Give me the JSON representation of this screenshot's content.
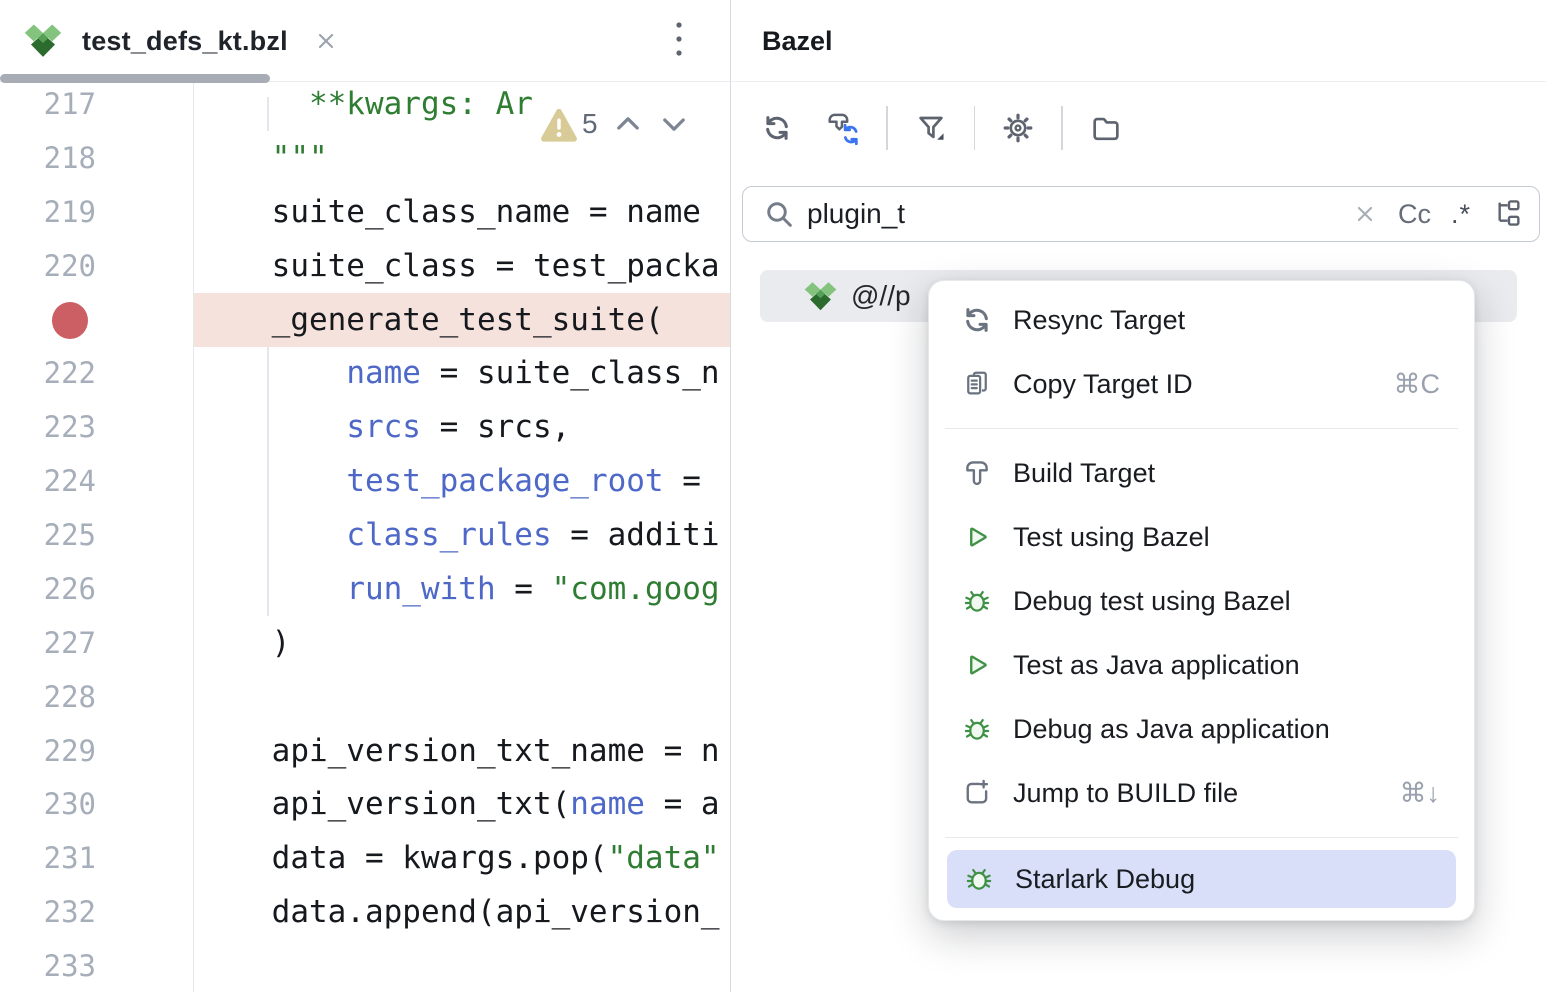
{
  "colors": {
    "accent_blue": "#3b74f0",
    "icon_green": "#3f9145",
    "icon_green_fill": "#f0f9f0",
    "selection": "#d9dff8",
    "breakpoint_red": "#cc5f63",
    "breakpoint_line": "#f6e2dc",
    "string_green": "#2f7d33",
    "param_blue": "#4e68c8"
  },
  "tab": {
    "title": "test_defs_kt.bzl",
    "close_icon": "close-icon",
    "file_icon": "bazel-icon",
    "more_icon": "kebab-icon"
  },
  "editor": {
    "inspection": {
      "warning_count": "5"
    },
    "lines": [
      {
        "num": "217",
        "segs": [
          {
            "t": "      **kwargs: Ar",
            "c": "str"
          }
        ]
      },
      {
        "num": "218",
        "segs": [
          {
            "t": "    \"\"\"",
            "c": "str"
          }
        ]
      },
      {
        "num": "219",
        "segs": [
          {
            "t": "    suite_class_name = name",
            "c": "code"
          }
        ]
      },
      {
        "num": "220",
        "segs": [
          {
            "t": "    suite_class = test_packa",
            "c": "code"
          }
        ]
      },
      {
        "num": "",
        "breakpoint": true,
        "highlight": true,
        "segs": [
          {
            "t": "    _generate_test_suite(",
            "c": "code"
          }
        ]
      },
      {
        "num": "222",
        "segs": [
          {
            "t": "        ",
            "c": "code"
          },
          {
            "t": "name",
            "c": "param"
          },
          {
            "t": " = suite_class_n",
            "c": "code"
          }
        ]
      },
      {
        "num": "223",
        "segs": [
          {
            "t": "        ",
            "c": "code"
          },
          {
            "t": "srcs",
            "c": "param"
          },
          {
            "t": " = srcs,",
            "c": "code"
          }
        ]
      },
      {
        "num": "224",
        "segs": [
          {
            "t": "        ",
            "c": "code"
          },
          {
            "t": "test_package_root",
            "c": "param"
          },
          {
            "t": " = ",
            "c": "code"
          }
        ]
      },
      {
        "num": "225",
        "segs": [
          {
            "t": "        ",
            "c": "code"
          },
          {
            "t": "class_rules",
            "c": "param"
          },
          {
            "t": " = additi",
            "c": "code"
          }
        ]
      },
      {
        "num": "226",
        "segs": [
          {
            "t": "        ",
            "c": "code"
          },
          {
            "t": "run_with",
            "c": "param"
          },
          {
            "t": " = ",
            "c": "code"
          },
          {
            "t": "\"com.goog",
            "c": "str"
          }
        ]
      },
      {
        "num": "227",
        "segs": [
          {
            "t": "    )",
            "c": "code"
          }
        ]
      },
      {
        "num": "228",
        "segs": []
      },
      {
        "num": "229",
        "segs": [
          {
            "t": "    api_version_txt_name = n",
            "c": "code"
          }
        ]
      },
      {
        "num": "230",
        "segs": [
          {
            "t": "    api_version_txt(",
            "c": "code"
          },
          {
            "t": "name",
            "c": "param"
          },
          {
            "t": " = a",
            "c": "code"
          }
        ]
      },
      {
        "num": "231",
        "segs": [
          {
            "t": "    data = kwargs.pop(",
            "c": "code"
          },
          {
            "t": "\"data\"",
            "c": "str"
          }
        ]
      },
      {
        "num": "232",
        "segs": [
          {
            "t": "    data.append(api_version_",
            "c": "code"
          }
        ]
      },
      {
        "num": "233",
        "segs": []
      }
    ]
  },
  "panel": {
    "title": "Bazel",
    "toolbar": [
      {
        "icon": "sync-icon"
      },
      {
        "icon": "build-sync-icon"
      },
      {
        "sep": true
      },
      {
        "icon": "filter-icon"
      },
      {
        "sep": true
      },
      {
        "icon": "settings-icon"
      },
      {
        "sep": true
      },
      {
        "icon": "folder-icon"
      }
    ],
    "search": {
      "value": "plugin_t",
      "clear_icon": "close-icon",
      "match_case_label": "Cc",
      "regex_label": ".*",
      "structure_icon": "tree-structure-icon"
    },
    "tree": {
      "selected_item": "@//p"
    },
    "menu": {
      "items": [
        {
          "icon": "sync-icon",
          "label": "Resync Target"
        },
        {
          "icon": "copy-icon",
          "label": "Copy Target ID",
          "shortcut": "⌘C"
        },
        {
          "sep": true
        },
        {
          "icon": "hammer-icon",
          "label": "Build Target"
        },
        {
          "icon": "play-icon",
          "label": "Test using Bazel"
        },
        {
          "icon": "bug-icon",
          "label": "Debug test using Bazel"
        },
        {
          "icon": "play-icon",
          "label": "Test as Java application"
        },
        {
          "icon": "bug-icon",
          "label": "Debug as Java application"
        },
        {
          "icon": "jump-icon",
          "label": "Jump to BUILD file",
          "shortcut": "⌘↓"
        },
        {
          "sep": true
        },
        {
          "icon": "bug-icon",
          "label": "Starlark Debug",
          "selected": true
        }
      ]
    }
  }
}
